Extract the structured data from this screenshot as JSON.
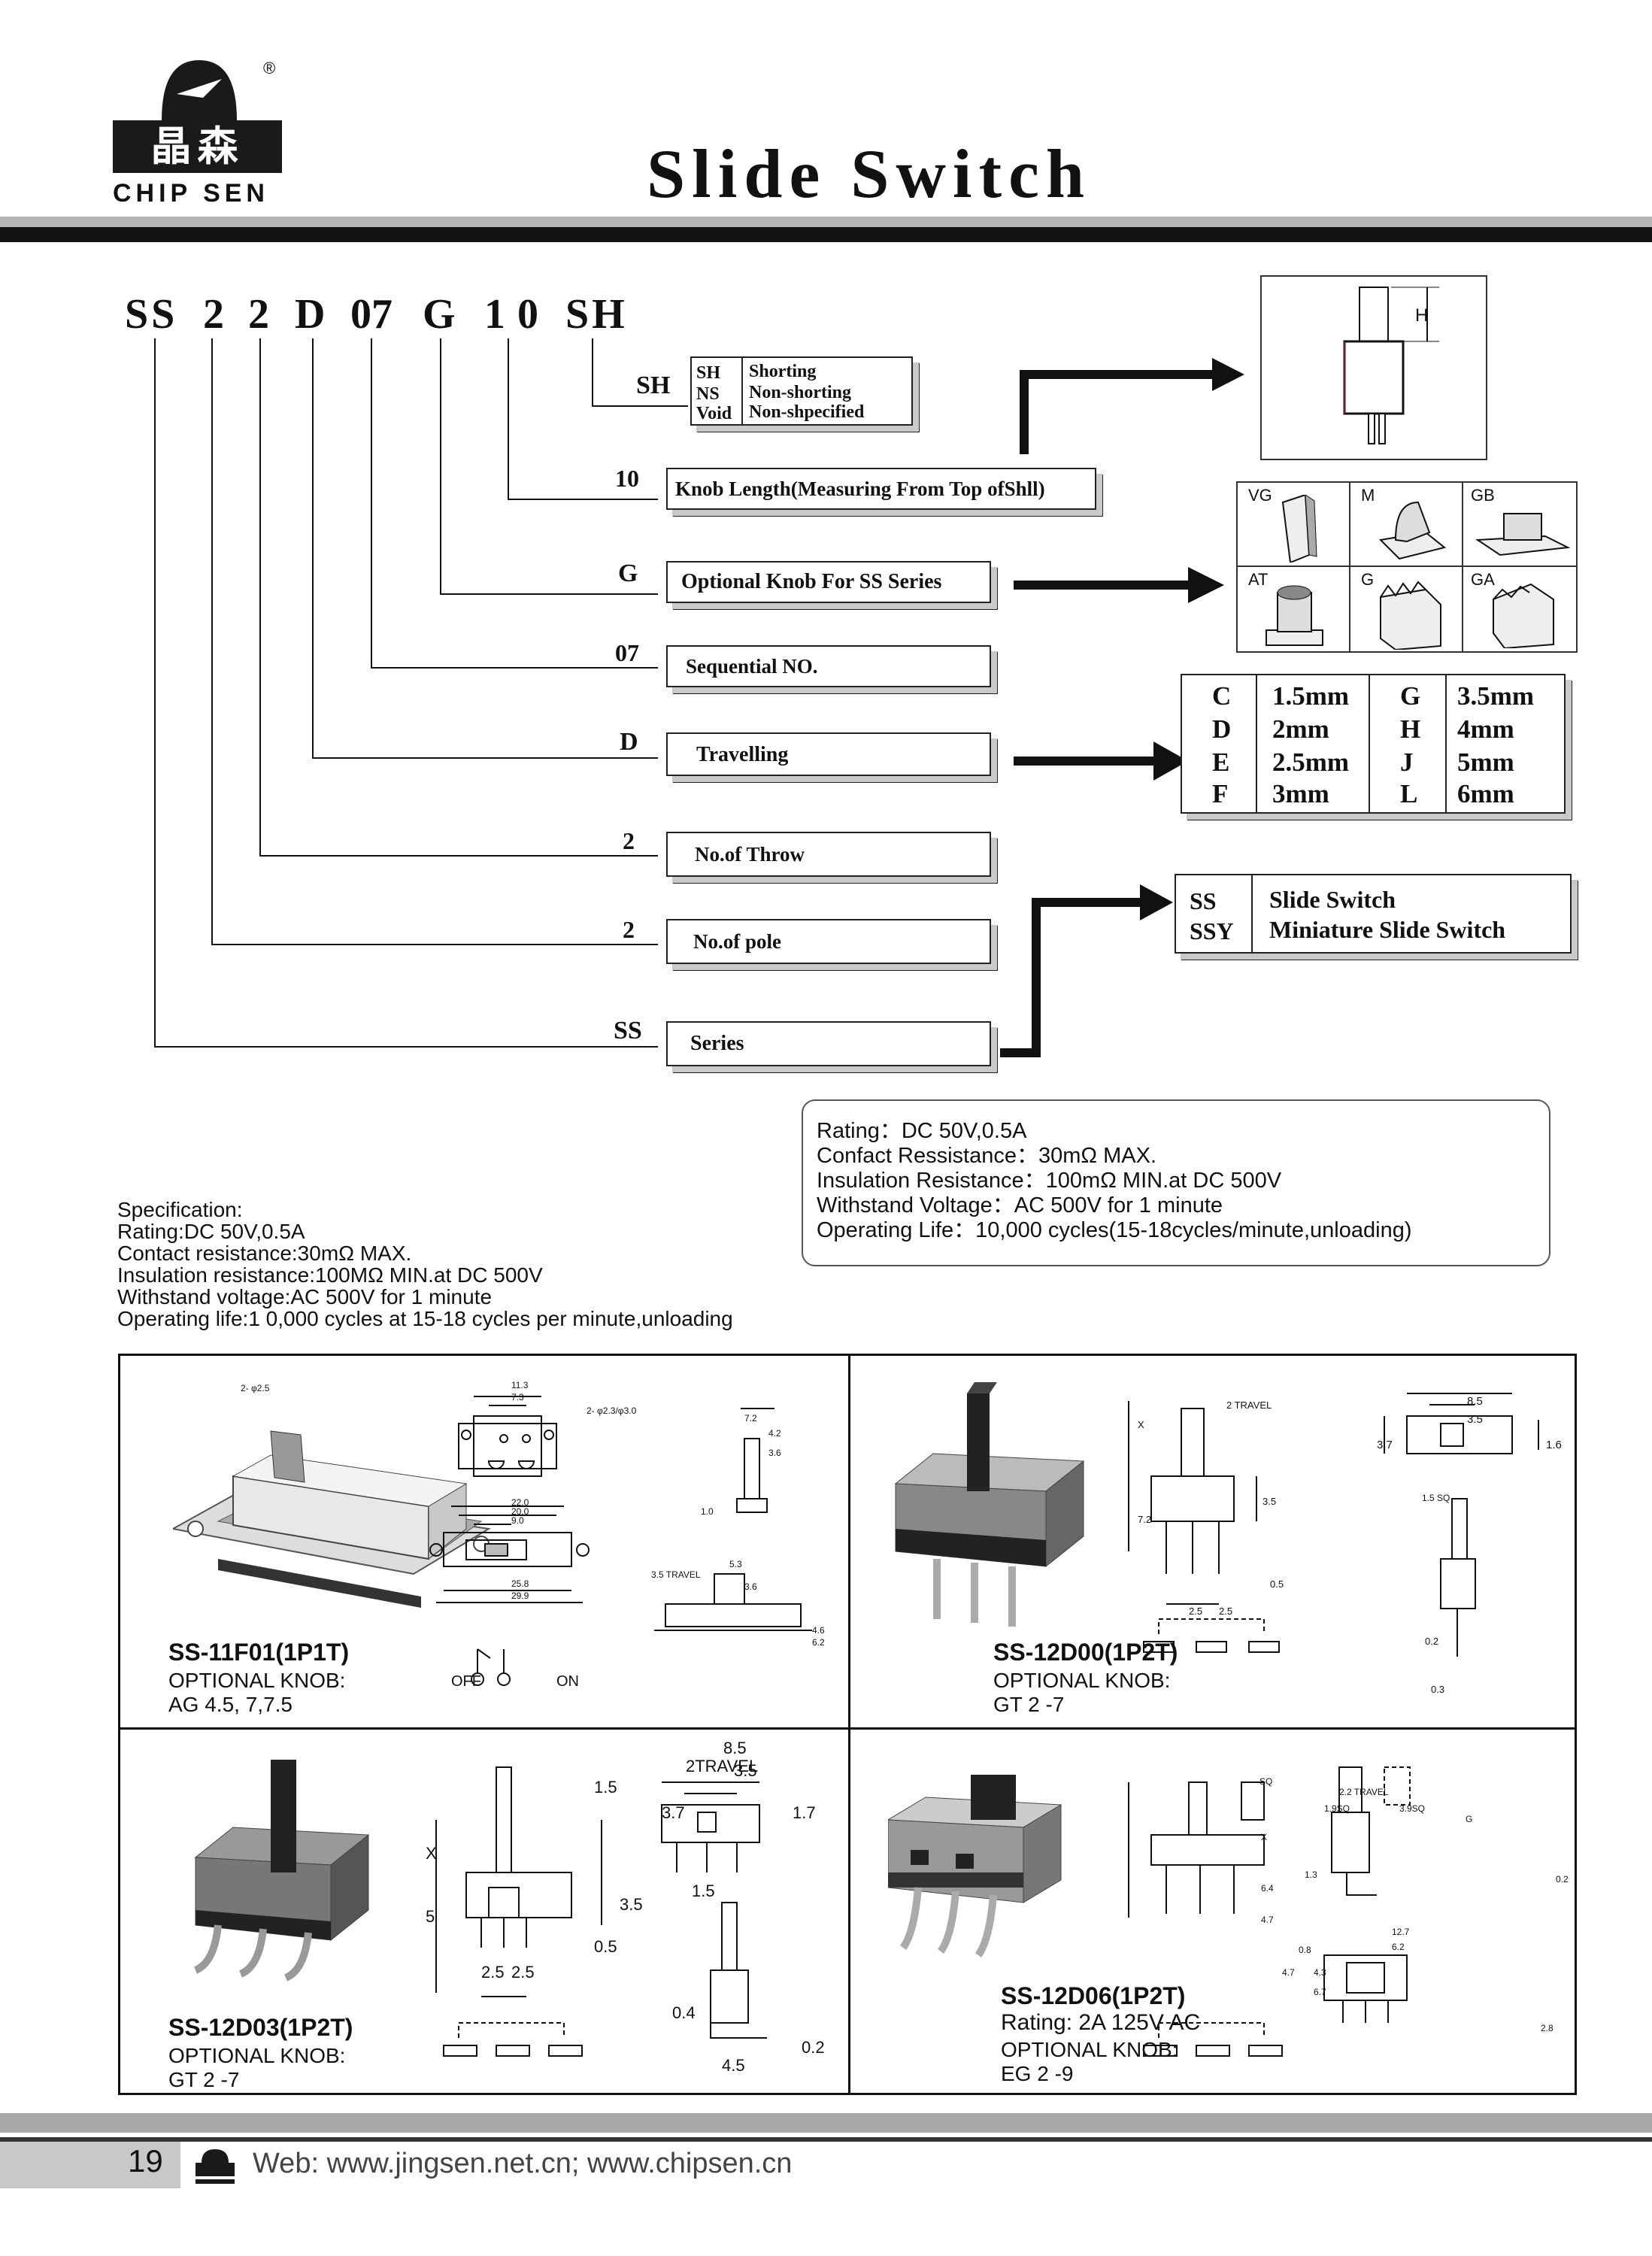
{
  "header": {
    "logo_cn": "晶森",
    "logo_en": "CHIP SEN",
    "registered_mark": "®",
    "title": "Slide Switch"
  },
  "part_code": {
    "letters": [
      "SS",
      "2",
      "2",
      "D",
      "07",
      "G",
      "1",
      "0",
      "SH"
    ]
  },
  "code_fields": [
    {
      "code": "SH",
      "label": ""
    },
    {
      "code": "10",
      "label": "Knob Length(Measuring From Top ofShll)"
    },
    {
      "code": "G",
      "label": "Optional Knob For SS Series"
    },
    {
      "code": "07",
      "label": "Sequential NO."
    },
    {
      "code": "D",
      "label": "Travelling"
    },
    {
      "code": "2",
      "label": "No.of Throw"
    },
    {
      "code": "2",
      "label": "No.of pole"
    },
    {
      "code": "SS",
      "label": "Series"
    }
  ],
  "sh_table": [
    {
      "code": "SH",
      "desc": "Shorting"
    },
    {
      "code": "NS",
      "desc": "Non-shorting"
    },
    {
      "code": "Void",
      "desc": "Non-shpecified"
    }
  ],
  "knob_types": [
    "VG",
    "M",
    "GB",
    "AT",
    "G",
    "GA"
  ],
  "height_label": "H",
  "travel_table": [
    {
      "c1": "C",
      "v1": "1.5mm",
      "c2": "G",
      "v2": "3.5mm"
    },
    {
      "c1": "D",
      "v1": "2mm",
      "c2": "H",
      "v2": "4mm"
    },
    {
      "c1": "E",
      "v1": "2.5mm",
      "c2": "J",
      "v2": "5mm"
    },
    {
      "c1": "F",
      "v1": "3mm",
      "c2": "L",
      "v2": "6mm"
    }
  ],
  "series_table": [
    {
      "code": "SS",
      "desc": "Slide Switch"
    },
    {
      "code": "SSY",
      "desc": "Miniature Slide Switch"
    }
  ],
  "rating_box": [
    "Rating：DC 50V,0.5A",
    "Confact Ressistance：30mΩ  MAX.",
    "Insulation Resistance：100mΩ  MIN.at DC 500V",
    "Withstand Voltage：AC 500V for 1 minute",
    "Operating Life：10,000 cycles(15-18cycles/minute,unloading)"
  ],
  "specification": [
    "Specification:",
    "Rating:DC 50V,0.5A",
    "Contact resistance:30mΩ MAX.",
    "Insulation resistance:100MΩ  MIN.at DC 500V",
    "Withstand voltage:AC 500V for 1 minute",
    "Operating life:1 0,000 cycles at 15-18 cycles per minute,unloading"
  ],
  "products": [
    {
      "name": "SS-11F01(1P1T)",
      "line2": "OPTIONAL KNOB:",
      "line3": "AG 4.5, 7,7.5",
      "off": "OFF",
      "on": "ON"
    },
    {
      "name": "SS-12D00(1P2T)",
      "line2": "OPTIONAL KNOB:",
      "line3": "GT 2 -7"
    },
    {
      "name": "SS-12D03(1P2T)",
      "line2": "OPTIONAL KNOB:",
      "line3": "GT 2 -7"
    },
    {
      "name": "SS-12D06(1P2T)",
      "line2": "Rating: 2A 125V AC",
      "line3": "OPTIONAL KNOB:",
      "line4": "EG 2 -9"
    }
  ],
  "dims": {
    "p1": {
      "d1": "2- φ2.5",
      "d2": "11.3",
      "d3": "7.3",
      "d4": "2- φ2.3/φ3.0",
      "d5": "22.0",
      "d6": "20.0",
      "d7": "9.0",
      "d8": "25.8",
      "d9": "29.9",
      "d10": "7.2",
      "d11": "4.2",
      "d12": "3.6",
      "d13": "3.5 TRAVEL",
      "d14": "5.3",
      "d15": "3.6",
      "d16": "1.0",
      "d17": "4.6",
      "d18": "6.2"
    },
    "p2": {
      "d1": "2 TRAVEL",
      "d2": "X",
      "d3": "7.2",
      "d4": "3.5",
      "d5": "0.5",
      "d6": "2.5",
      "d7": "2.5",
      "d8": "8.5",
      "d9": "3.5",
      "d10": "3.7",
      "d11": "1.6",
      "d12": "1.5 SQ",
      "d13": "0.2",
      "d14": "0.3"
    },
    "p3": {
      "d1": "1.5",
      "d2": "2TRAVEL",
      "d3": "X",
      "d4": "5",
      "d5": "3.5",
      "d6": "0.5",
      "d7": "2.5",
      "d8": "2.5",
      "d9": "8.5",
      "d10": "3.5",
      "d11": "3.7",
      "d12": "1.7",
      "d13": "1.5",
      "d14": "0.4",
      "d15": "4.5",
      "d16": "0.2"
    },
    "p4": {
      "d1": "SQ",
      "d2": "2.2 TRAVEL",
      "d3": "1.9SQ",
      "d4": "3.9SQ",
      "d5": "G",
      "d6": "X",
      "d7": "6.4",
      "d8": "4.7",
      "d9": "0.8",
      "d10": "4.7",
      "d11": "4.3",
      "d12": "12.7",
      "d13": "6.2",
      "d14": "6.7",
      "d15": "2.8",
      "d16": "0.2",
      "d17": "1.3"
    }
  },
  "footer": {
    "page": "19",
    "web": "Web: www.jingsen.net.cn;   www.chipsen.cn"
  }
}
